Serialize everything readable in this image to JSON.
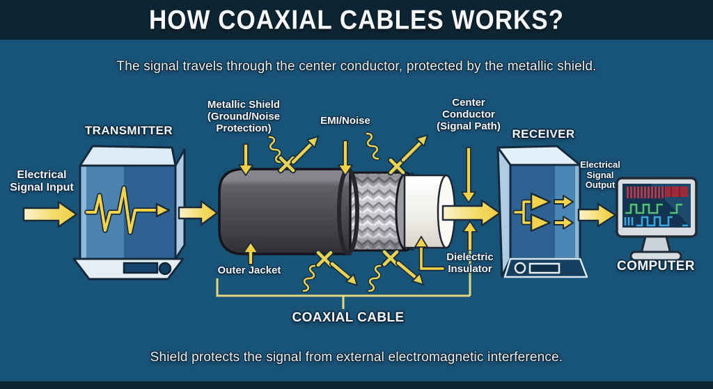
{
  "title": "HOW COAXIAL CABLES WORKS?",
  "subtitle": "The signal travels through the center conductor, protected by the metallic shield.",
  "footer": "Shield protects the signal from external electromagnetic interference.",
  "labels": {
    "input": [
      "Electrical",
      "Signal Input"
    ],
    "transmitter": "TRANSMITTER",
    "metallic_shield": [
      "Metallic Shield",
      "(Ground/Noise",
      "Protection)"
    ],
    "emi_noise": "EMI/Noise",
    "center_conductor": [
      "Center",
      "Conductor",
      "(Signal Path)"
    ],
    "receiver": "RECEIVER",
    "output": [
      "Electrical",
      "Signal",
      "Output"
    ],
    "computer": "COMPUTER",
    "outer_jacket": "Outer Jacket",
    "dielectric": [
      "Dielectric",
      "Insulator"
    ],
    "coaxial_cable": "COAXIAL CABLE"
  },
  "colors": {
    "background": "#185378",
    "header_band": "#0d2532",
    "accent_yellow": "#f0d148",
    "pale_yellow": "#e3d87a",
    "box_blue_light": "#4a82b0",
    "box_blue_dark": "#2d6292",
    "jacket_gray": "#47474d",
    "braid_gray": "#cfcfd4",
    "insulator_white": "#f3f1ec",
    "screen_navy": "#123450",
    "trace_green": "#55c273",
    "trace_blue": "#3da6e0",
    "bars_red": "#b63848"
  }
}
